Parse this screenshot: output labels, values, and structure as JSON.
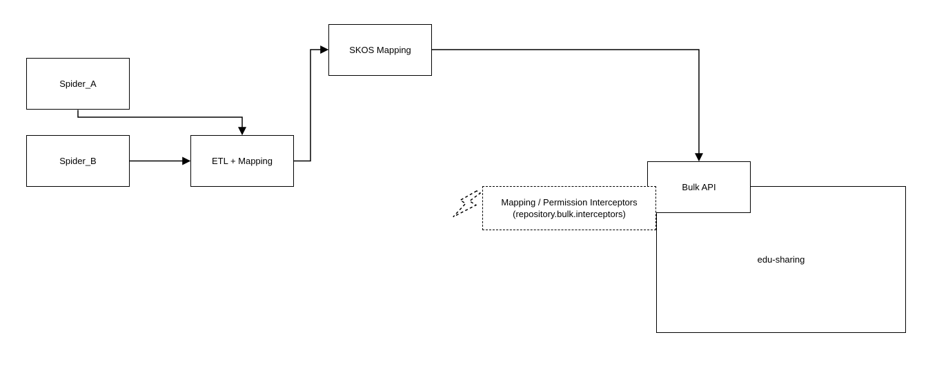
{
  "canvas": {
    "background": "#ffffff",
    "stroke_color": "#000000",
    "text_color": "#000000"
  },
  "diagram": {
    "nodes": [
      {
        "label": "Spider_A"
      },
      {
        "label": "Spider_B"
      },
      {
        "label": "ETL + Mapping"
      },
      {
        "label": "SKOS Mapping"
      },
      {
        "label": "Bulk API"
      },
      {
        "label": "edu-sharing"
      },
      {
        "label_line1": "Mapping / Permission Interceptors",
        "label_line2": "(repository.bulk.interceptors)",
        "border_style": "dashed"
      }
    ],
    "edges": [
      {
        "from": "Spider_A",
        "to": "ETL + Mapping"
      },
      {
        "from": "Spider_B",
        "to": "ETL + Mapping"
      },
      {
        "from": "ETL + Mapping",
        "to": "SKOS Mapping"
      },
      {
        "from": "SKOS Mapping",
        "to": "Bulk API"
      }
    ],
    "containment": [
      {
        "parent": "edu-sharing",
        "children": [
          "Bulk API"
        ]
      }
    ],
    "icons": [
      {
        "name": "lightning-bolt-icon",
        "style": "dashed-outline",
        "attached_to": "Mapping / Permission Interceptors"
      }
    ]
  }
}
